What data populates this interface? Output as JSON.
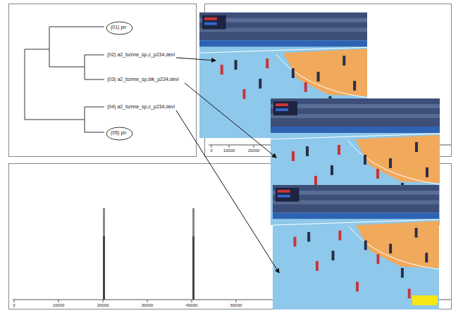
{
  "diagram": {
    "nodes": [
      {
        "text": [
          "(01) pn"
        ]
      },
      {
        "text": [
          "(05) pn"
        ]
      }
    ],
    "labels": [
      "(02) a2_bznne_sp,c_p234,devl",
      "(03) a2_bznne_sp,blk_p234,devl",
      "(04) a2_bznne_sp,c_p234,devl",
      "0",
      "10000",
      "20000",
      "30000",
      "40000",
      "50000",
      "0",
      "10000",
      "20000"
    ]
  }
}
